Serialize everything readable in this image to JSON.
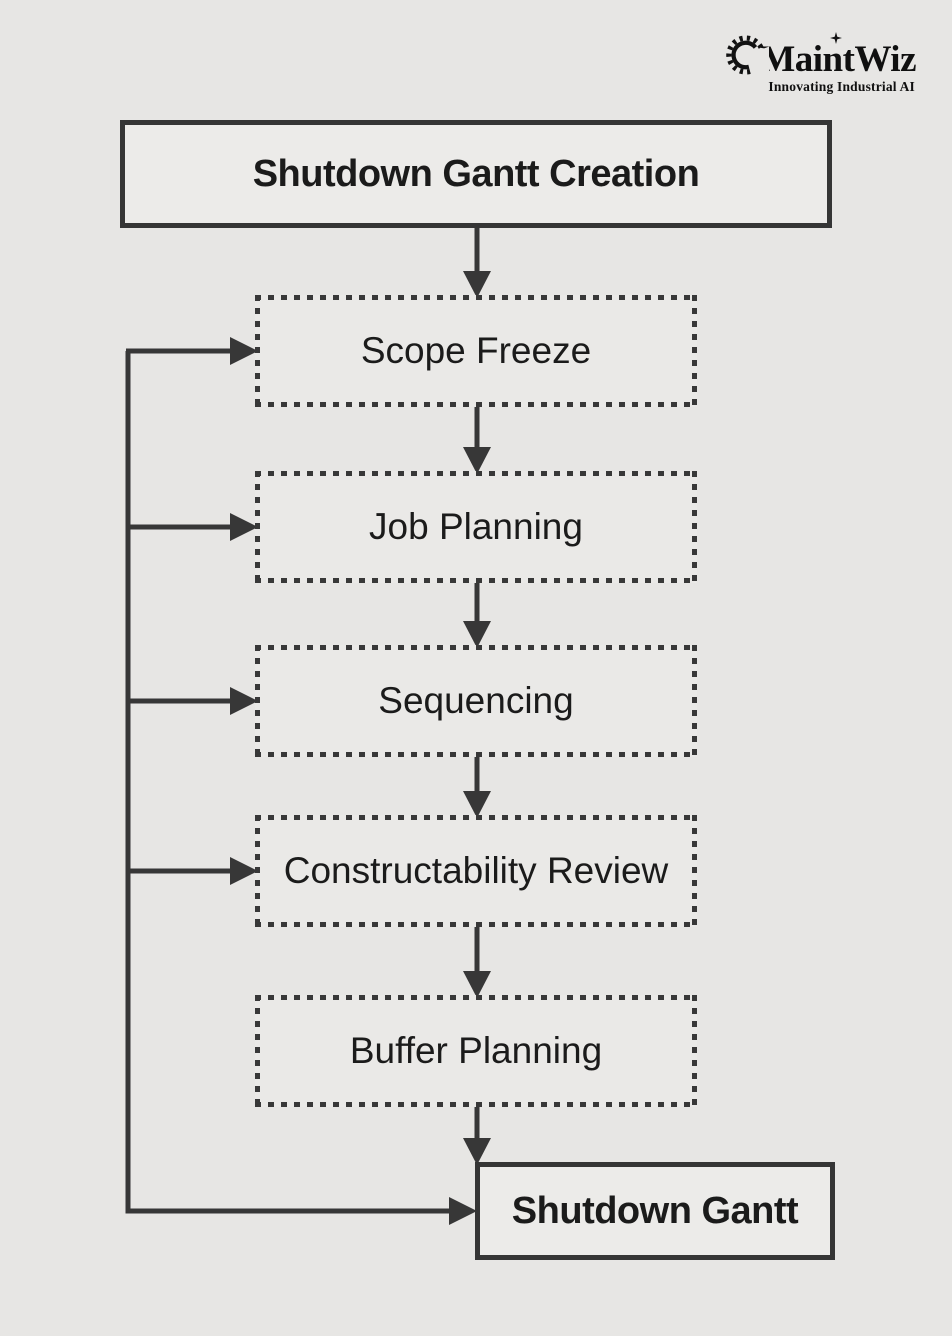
{
  "page": {
    "background": "#e7e6e4",
    "line_color": "#373737",
    "text_color": "#1b1b1b"
  },
  "logo": {
    "brand": "MaintWiz",
    "tagline": "Innovating Industrial AI",
    "icons": [
      "gear-icon",
      "sparkle-icon"
    ]
  },
  "flowchart": {
    "title": "Shutdown Gantt Creation",
    "steps": [
      "Scope Freeze",
      "Job Planning",
      "Sequencing",
      "Constructability Review",
      "Buffer Planning"
    ],
    "result": "Shutdown Gantt",
    "flow": [
      "Shutdown Gantt Creation -> Scope Freeze",
      "Scope Freeze -> Job Planning",
      "Job Planning -> Sequencing",
      "Sequencing -> Constructability Review",
      "Constructability Review -> Buffer Planning",
      "Buffer Planning -> Shutdown Gantt",
      "Feedback rail -> Scope Freeze, Job Planning, Sequencing, Constructability Review, Shutdown Gantt"
    ]
  }
}
